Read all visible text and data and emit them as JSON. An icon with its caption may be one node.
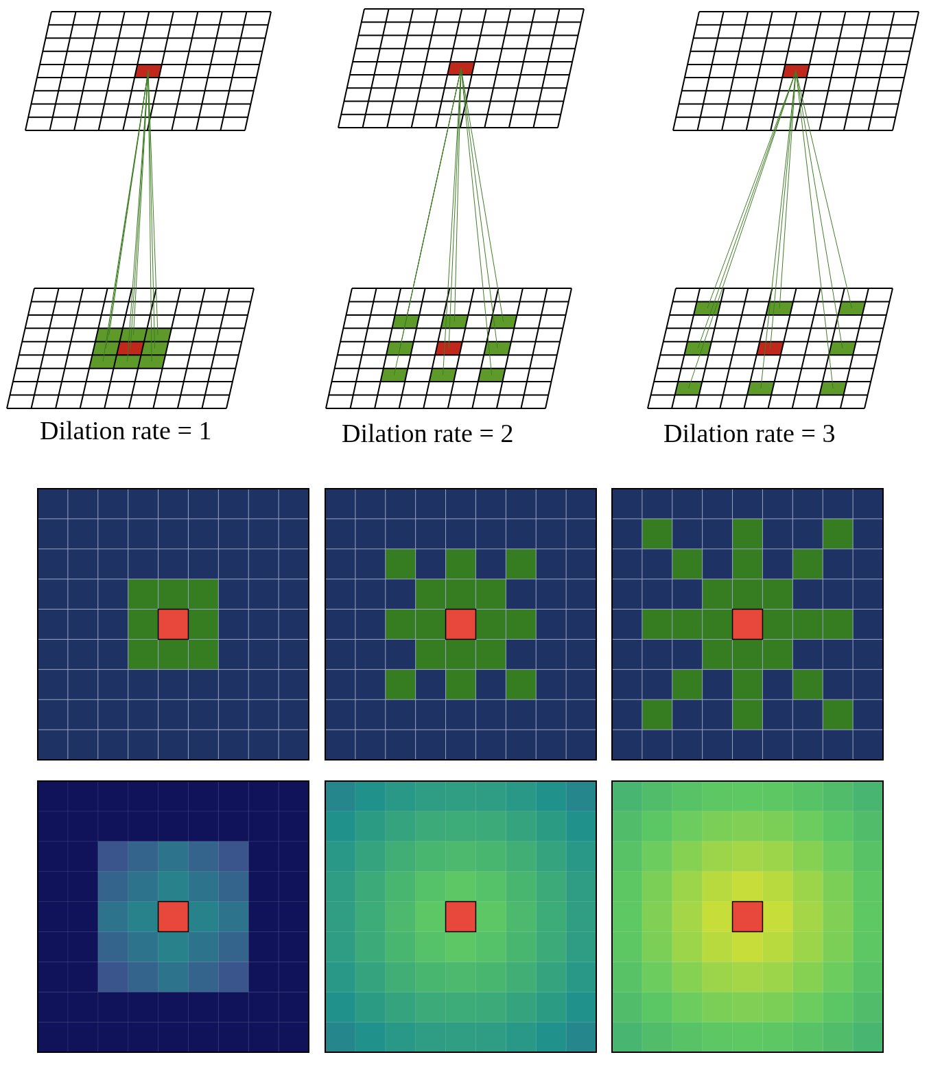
{
  "diagram": {
    "labels": [
      "Dilation rate = 1",
      "Dilation rate = 2",
      "Dilation rate = 3"
    ]
  }
}
